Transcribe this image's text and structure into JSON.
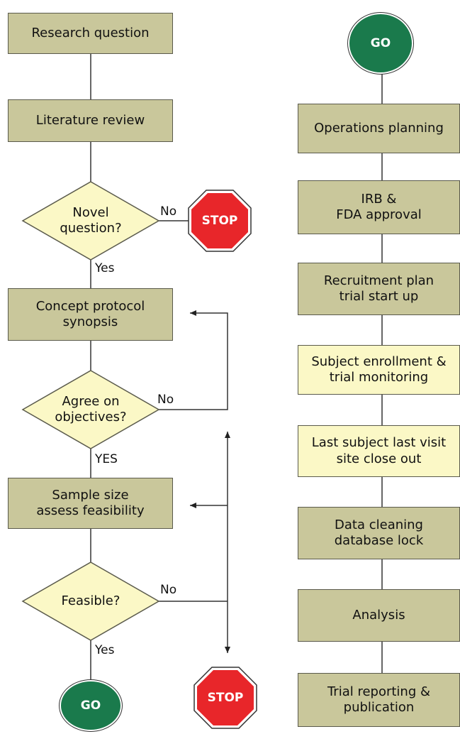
{
  "left_flow": {
    "research_question": "Research question",
    "literature_review": "Literature review",
    "novel_question": "Novel\nquestion?",
    "novel_no": "No",
    "novel_yes": "Yes",
    "concept_protocol": "Concept protocol\nsynopsis",
    "agree_objectives": "Agree on\nobjectives?",
    "agree_no": "No",
    "agree_yes": "YES",
    "sample_size": "Sample size\nassess feasibility",
    "feasible": "Feasible?",
    "feasible_no": "No",
    "feasible_yes": "Yes"
  },
  "terminals": {
    "stop_top": "STOP",
    "stop_bottom": "STOP",
    "go_bottom": "GO",
    "go_top": "GO"
  },
  "right_flow": {
    "steps": [
      "Operations planning",
      "IRB &\nFDA approval",
      "Recruitment plan\ntrial start up",
      "Subject enrollment &\ntrial monitoring",
      "Last subject last visit\nsite close out",
      "Data cleaning\ndatabase lock",
      "Analysis",
      "Trial reporting &\npublication"
    ]
  },
  "colors": {
    "box_fill": "#c9c79b",
    "highlight_fill": "#fbf8c6",
    "go_green": "#1a7a4c",
    "stop_red": "#e8262a"
  }
}
